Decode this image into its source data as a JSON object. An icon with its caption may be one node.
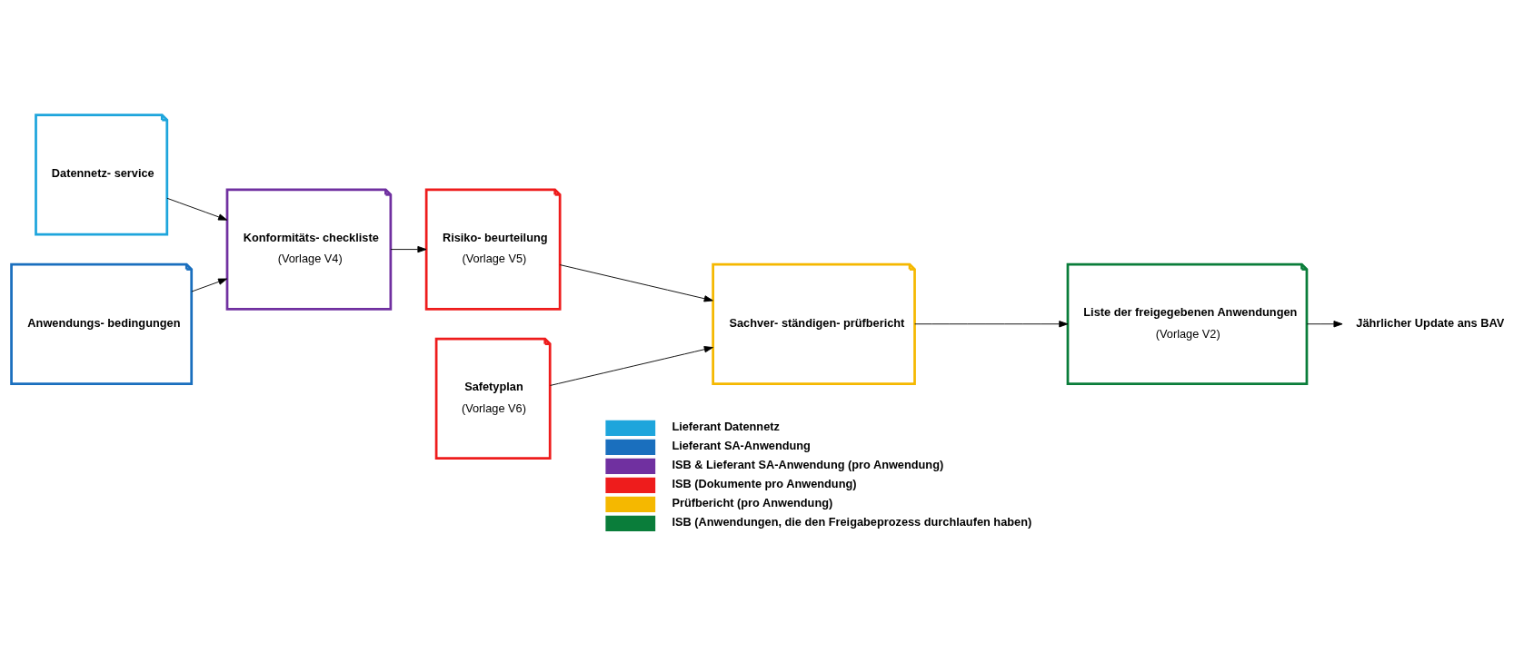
{
  "diagram": {
    "nodes": [
      {
        "text": [
          "Datennetz- service"
        ]
      },
      {
        "text": [
          "Anwendungs- bedingungen"
        ]
      },
      {
        "text": [
          "Konformitäts- checkliste",
          "(Vorlage V4)"
        ]
      },
      {
        "text": [
          "Risiko- beurteilung",
          "(Vorlage V5)"
        ]
      },
      {
        "text": [
          "Safetyplan",
          "(Vorlage V6)"
        ]
      },
      {
        "text": [
          "Sachver- ständigen- prüfbericht"
        ]
      },
      {
        "text": [
          "Liste der freigegebenen Anwendungen",
          "(Vorlage V2)"
        ]
      },
      {
        "text": [
          "Jährlicher Update ans BAV"
        ]
      }
    ],
    "edges": [
      {
        "from": 0,
        "to": 2,
        "arrow": "to"
      },
      {
        "from": 1,
        "to": 2,
        "arrow": "to"
      },
      {
        "from": 2,
        "to": 3,
        "arrow": "to"
      },
      {
        "from": 3,
        "to": 5,
        "arrow": "to"
      },
      {
        "from": 4,
        "to": 5,
        "arrow": "to"
      },
      {
        "from": 5,
        "to": 6,
        "arrow": "to"
      },
      {
        "from": 6,
        "to": 7,
        "arrow": "to"
      }
    ],
    "legend": [
      {
        "text": "Lieferant Datennetz",
        "color": "#1ea5dc"
      },
      {
        "text": "Lieferant SA-Anwendung",
        "color": "#1a6fbe"
      },
      {
        "text": "ISB & Lieferant SA-Anwendung (pro Anwendung)",
        "color": "#7030a0"
      },
      {
        "text": "ISB (Dokumente pro Anwendung)",
        "color": "#ee1c1c"
      },
      {
        "text": "Prüfbericht (pro Anwendung)",
        "color": "#f5b800"
      },
      {
        "text": "ISB (Anwendungen, die den Freigabeprozess durchlaufen haben)",
        "color": "#0a7d3a"
      }
    ]
  }
}
